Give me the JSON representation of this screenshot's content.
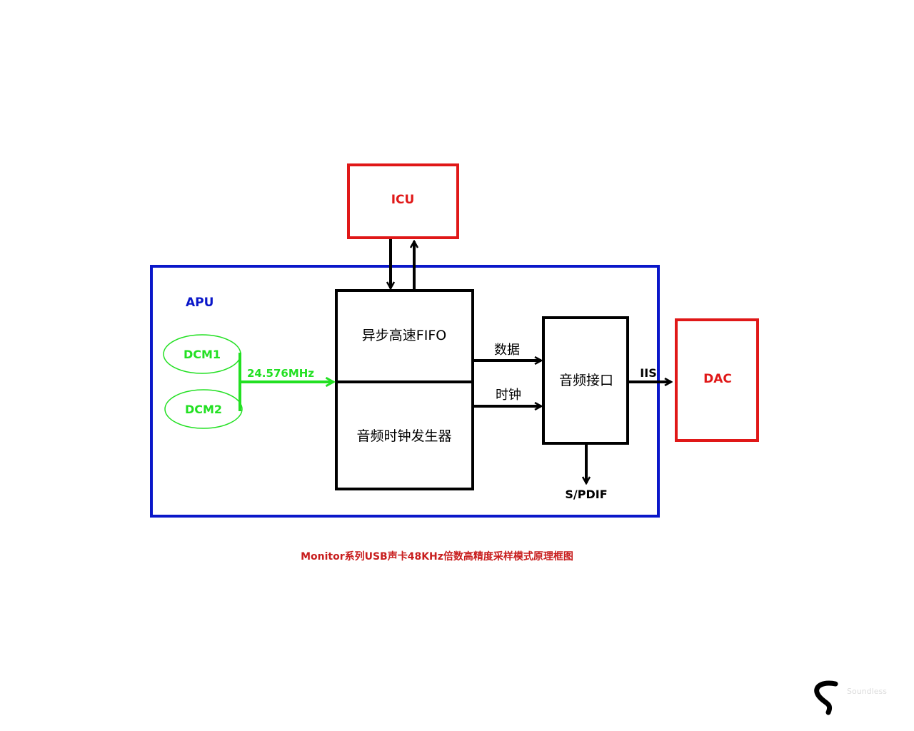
{
  "colors": {
    "apu": "#0a17c9",
    "external": "#e01818",
    "block": "#000000",
    "clock": "#22e022",
    "caption": "#c81e1e"
  },
  "blocks": {
    "icu": "ICU",
    "apu": "APU",
    "fifo": "异步高速FIFO",
    "clock_gen": "音频时钟发生器",
    "audio_if": "音频接口",
    "dac": "DAC",
    "dcm1": "DCM1",
    "dcm2": "DCM2"
  },
  "signals": {
    "freq": "24.576MHz",
    "data": "数据",
    "clock": "时钟",
    "iis": "IIS",
    "spdif": "S/PDIF"
  },
  "caption": "Monitor系列USB声卡48KHz倍数高精度采样模式原理框图",
  "logo": {
    "glyph": "S",
    "text": "Soundless"
  }
}
